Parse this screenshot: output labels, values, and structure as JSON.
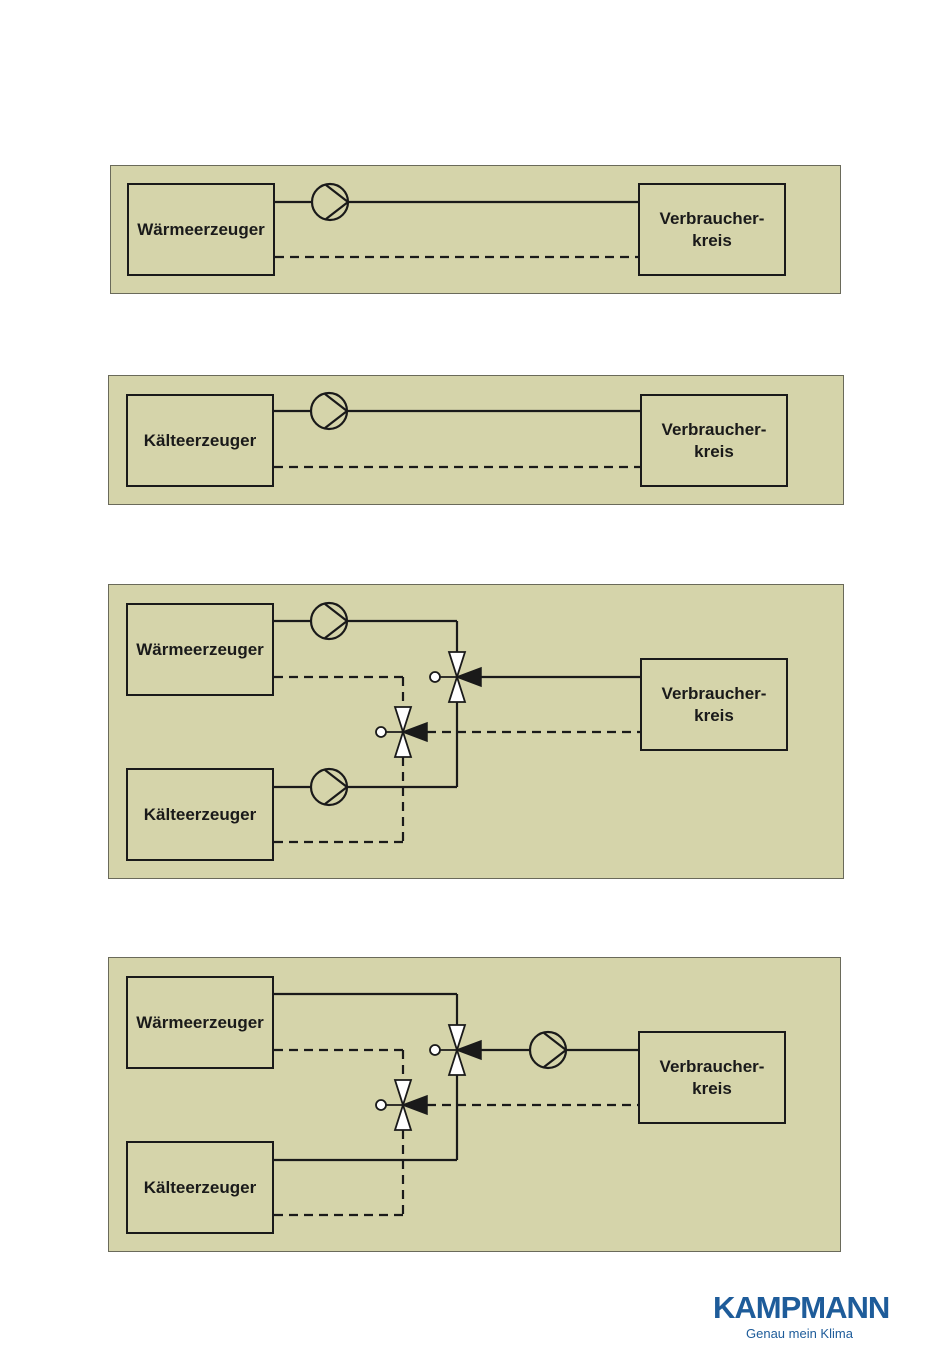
{
  "diagrams": [
    {
      "generator": "Wärmeerzeuger",
      "consumer": "Verbraucher-\nkreis"
    },
    {
      "generator": "Kälteerzeuger",
      "consumer": "Verbraucher-\nkreis"
    },
    {
      "generator_top": "Wärmeerzeuger",
      "generator_bottom": "Kälteerzeuger",
      "consumer": "Verbraucher-\nkreis"
    },
    {
      "generator_top": "Wärmeerzeuger",
      "generator_bottom": "Kälteerzeuger",
      "consumer": "Verbraucher-\nkreis"
    }
  ],
  "logo": {
    "brand": "KAMPMANN",
    "tagline": "Genau mein Klima"
  },
  "colors": {
    "panel": "#d5d4aa",
    "line": "#1a1a1a",
    "logo": "#1e5c9a"
  }
}
